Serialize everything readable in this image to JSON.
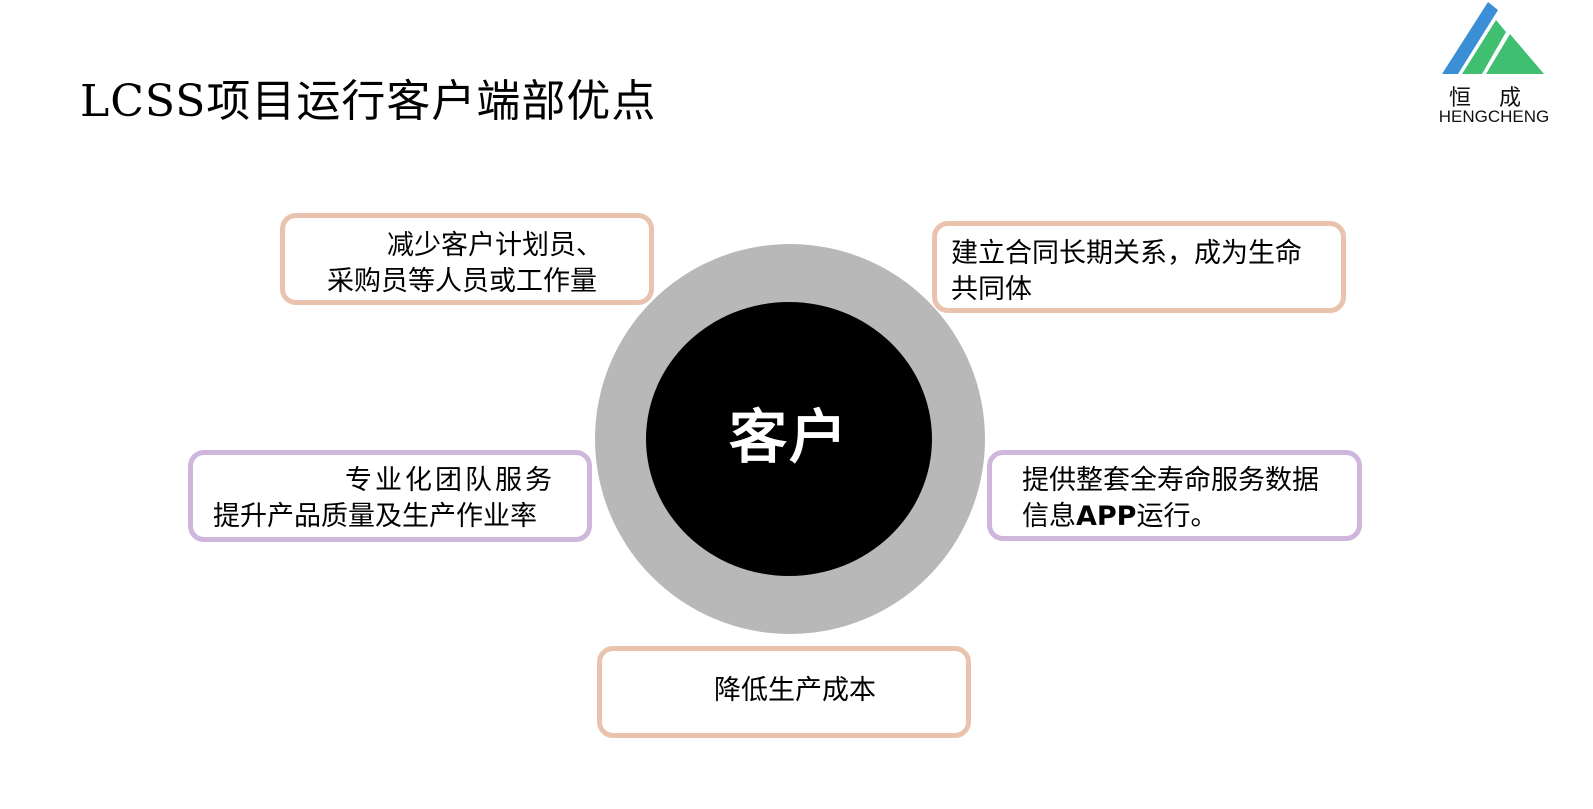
{
  "title": "LCSS项目运行客户端部优点",
  "logo": {
    "icon": "mountain-logo-icon",
    "cn_text": "恒成",
    "en_text": "HENGCHENG",
    "colors": {
      "blue": "#3b8fd6",
      "green": "#3fbf6f"
    }
  },
  "center": {
    "label": "客户"
  },
  "benefits": {
    "top_left": {
      "line1": "减少客户计划员、",
      "line2": "采购员等人员或工作量"
    },
    "top_right": {
      "line1": "建立合同长期关系，成为生命",
      "line2": "共同体"
    },
    "mid_left": {
      "line1": "专业化团队服务",
      "line2": "提升产品质量及生产作业率"
    },
    "mid_right": {
      "line1": "提供整套全寿命服务数据",
      "line2_pre": "信息",
      "line2_bold": "APP",
      "line2_post": "运行。"
    },
    "bottom": {
      "line1": "降低生产成本"
    }
  },
  "colors": {
    "peach_border": "#e9c3ad",
    "lavender_border": "#cfb6dc",
    "outer_ring": "#b8b8b8",
    "inner_circle": "#000000"
  }
}
